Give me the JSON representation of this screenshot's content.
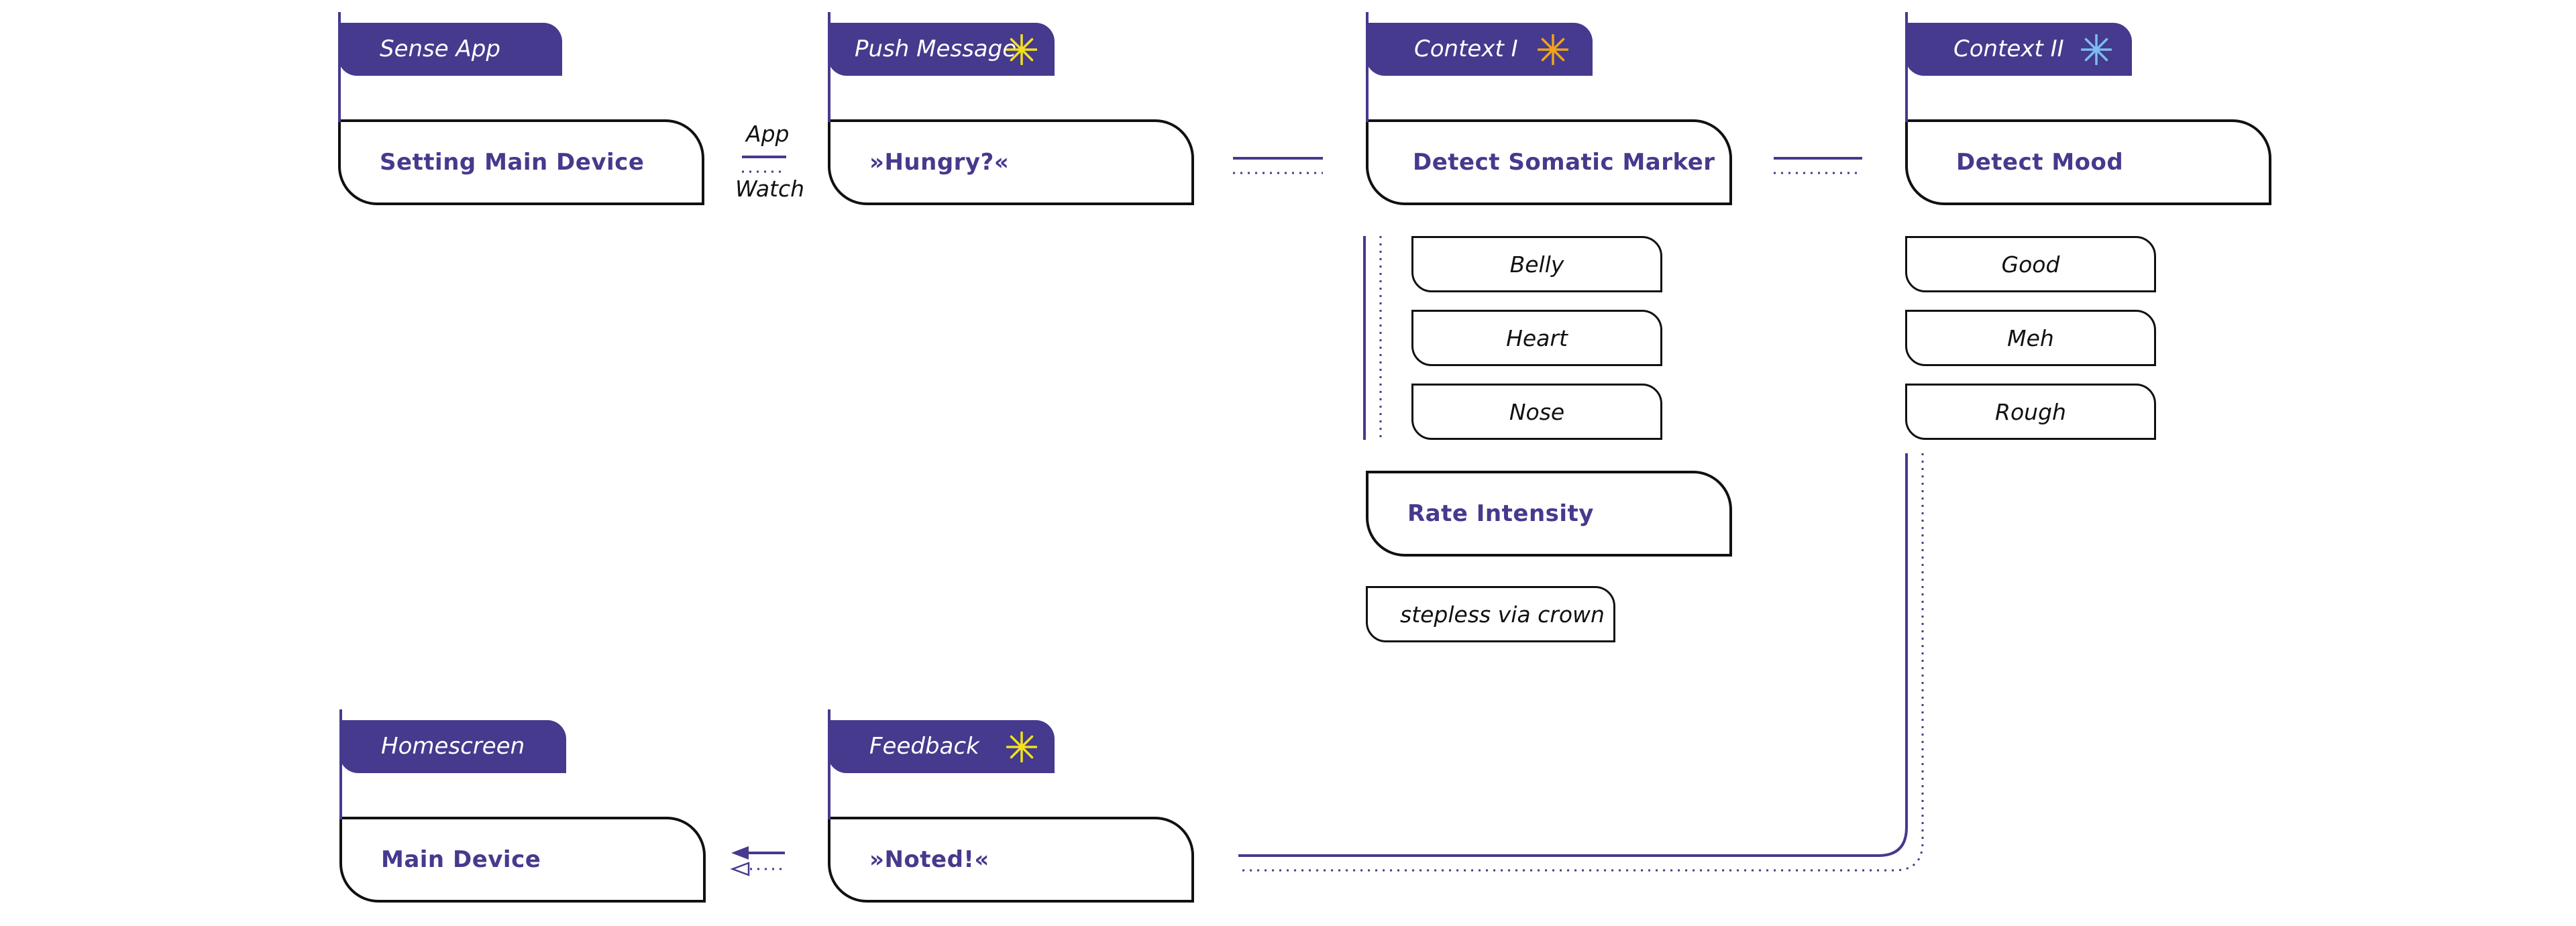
{
  "colors": {
    "primary": "#453a8d",
    "outline": "#111111",
    "star_yellow": "#f2e11c",
    "star_orange": "#f2a31c",
    "star_blue": "#7ebcf2"
  },
  "sense_app": {
    "tab": "Sense App",
    "card": "Setting Main Device"
  },
  "connector": {
    "top_label": "App",
    "bottom_label": "Watch"
  },
  "push_message": {
    "tab": "Push Message",
    "card": "»Hungry?«",
    "star_icon": "star-yellow-icon"
  },
  "context1": {
    "tab": "Context I",
    "card": "Detect Somatic Marker",
    "star_icon": "star-orange-icon",
    "options": [
      "Belly",
      "Heart",
      "Nose"
    ],
    "rate_card": "Rate Intensity",
    "rate_note": "stepless via crown"
  },
  "context2": {
    "tab": "Context II",
    "card": "Detect Mood",
    "star_icon": "star-blue-icon",
    "options": [
      "Good",
      "Meh",
      "Rough"
    ]
  },
  "homescreen": {
    "tab": "Homescreen",
    "card": "Main Device"
  },
  "feedback": {
    "tab": "Feedback",
    "card": "»Noted!«",
    "star_icon": "star-yellow-icon"
  }
}
